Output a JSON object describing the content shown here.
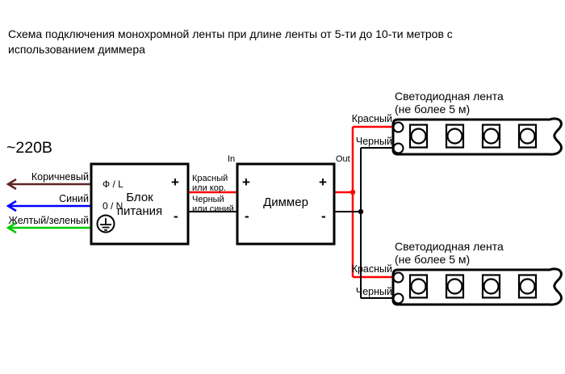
{
  "title": "Схема подключения монохромной ленты при длине ленты от 5-ти до 10-ти метров с использованием диммера",
  "voltage": "~220В",
  "colors": {
    "brown": "#5E2423",
    "blue": "#0000FF",
    "green": "#00CC00",
    "red": "#FF0000",
    "black": "#000000"
  },
  "mains_wires": {
    "brown_label": "Коричневый",
    "blue_label": "Синий",
    "green_label": "Желтый/зеленый"
  },
  "power_supply": {
    "name_line1": "Блок",
    "name_line2": "питания",
    "phase": "Ф / L",
    "neutral": "0 / N",
    "plus": "+",
    "minus": "-"
  },
  "dc_wires": {
    "red_line1": "Красный",
    "red_line2": "или кор.",
    "black_line1": "Черный",
    "black_line2": "или синий"
  },
  "dimmer": {
    "name": "Диммер",
    "in": "In",
    "out": "Out",
    "plus": "+",
    "minus": "-"
  },
  "strips": [
    {
      "title_line1": "Светодиодная лента",
      "title_line2": "(не более 5 м)",
      "red_label": "Красный",
      "black_label": "Черный"
    },
    {
      "title_line1": "Светодиодная лента",
      "title_line2": "(не более 5 м)",
      "red_label": "Красный",
      "black_label": "Черный"
    }
  ]
}
